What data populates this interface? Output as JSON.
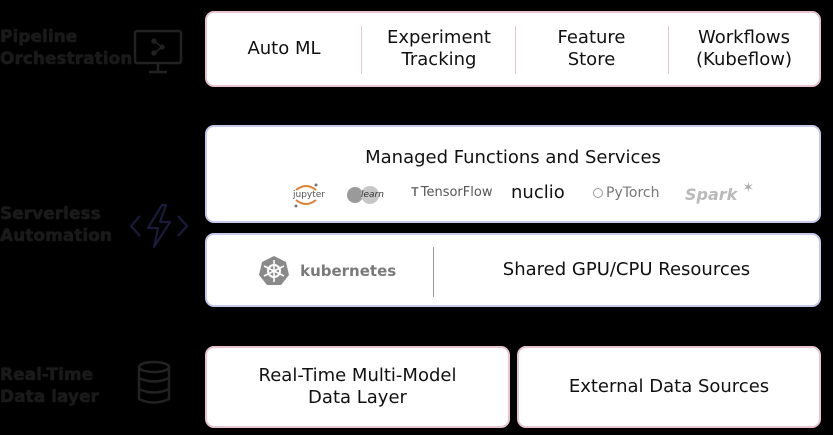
{
  "rows": {
    "pipeline": {
      "label_lines": [
        "Pipeline",
        "Orchestration"
      ],
      "icon": "monitor-pipeline-icon",
      "cells": [
        {
          "lines": [
            "Auto ML"
          ]
        },
        {
          "lines": [
            "Experiment",
            "Tracking"
          ]
        },
        {
          "lines": [
            "Feature",
            "Store"
          ]
        },
        {
          "lines": [
            "Workflows",
            "(Kubeflow)"
          ]
        }
      ]
    },
    "serverless": {
      "label_lines": [
        "Serverless",
        "Automation"
      ],
      "icon": "lightning-bolt-icon",
      "functions_title": "Managed Functions and Services",
      "logos": {
        "jupyter": "jupyter",
        "sklearn": "learn",
        "tensorflow": "TensorFlow",
        "nuclio": "nuclio",
        "pytorch": "PyTorch",
        "spark": "Spark"
      },
      "kubernetes": "kubernetes",
      "resources": "Shared GPU/CPU Resources"
    },
    "data": {
      "label_lines": [
        "Real-Time",
        "Data layer"
      ],
      "icon": "database-icon",
      "data_layer_lines": [
        "Real-Time Multi-Model",
        "Data Layer"
      ],
      "external": "External Data Sources"
    }
  },
  "colors": {
    "background": "#000000",
    "pink_border": "#e8c3d2",
    "blue_border": "#c6cbe9",
    "divider": "#e6c6d2"
  }
}
